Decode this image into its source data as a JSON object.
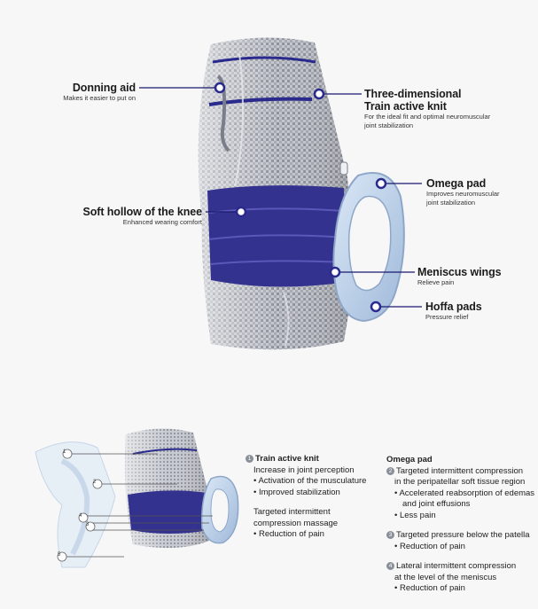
{
  "callouts": {
    "donning": {
      "title": "Donning aid",
      "sub": "Makes it easier to put on"
    },
    "knit": {
      "title1": "Three-dimensional",
      "title2": "Train active knit",
      "sub1": "For the ideal fit and optimal neuromuscular",
      "sub2": "joint stabilization"
    },
    "omega": {
      "title": "Omega pad",
      "sub1": "Improves neuromuscular",
      "sub2": "joint stabilization"
    },
    "hollow": {
      "title": "Soft hollow of the knee",
      "sub": "Enhanced wearing comfort"
    },
    "meniscus": {
      "title": "Meniscus wings",
      "sub": "Relieve pain"
    },
    "hoffa": {
      "title": "Hoffa pads",
      "sub": "Pressure relief"
    }
  },
  "small_markers": [
    "1",
    "2",
    "3",
    "4",
    "5"
  ],
  "train_active": {
    "num": "1",
    "heading": "Train active knit",
    "l1": "Increase in joint perception",
    "b1": "• Activation of the musculature",
    "b2": "• Improved stabilization",
    "l2": "Targeted intermittent",
    "l3": "compression massage",
    "b3": "• Reduction of pain"
  },
  "omega_info": {
    "heading": "Omega pad",
    "n2": "2",
    "a1": "Targeted intermittent compression",
    "a2": "in the peripatellar soft tissue region",
    "ab1": "• Accelerated reabsorption of edemas",
    "ab1b": "and joint effusions",
    "ab2": "• Less pain",
    "n3": "3",
    "c1": "Targeted pressure below the patella",
    "cb1": "• Reduction of pain",
    "n4": "4",
    "d1": "Lateral intermittent compression",
    "d2": "at the level of the meniscus",
    "db1": "• Reduction of pain"
  },
  "colors": {
    "accent": "#2a2a8c",
    "knit": "#b9bcc4",
    "pad": "#b8cde6",
    "text": "#1b1b1b"
  }
}
